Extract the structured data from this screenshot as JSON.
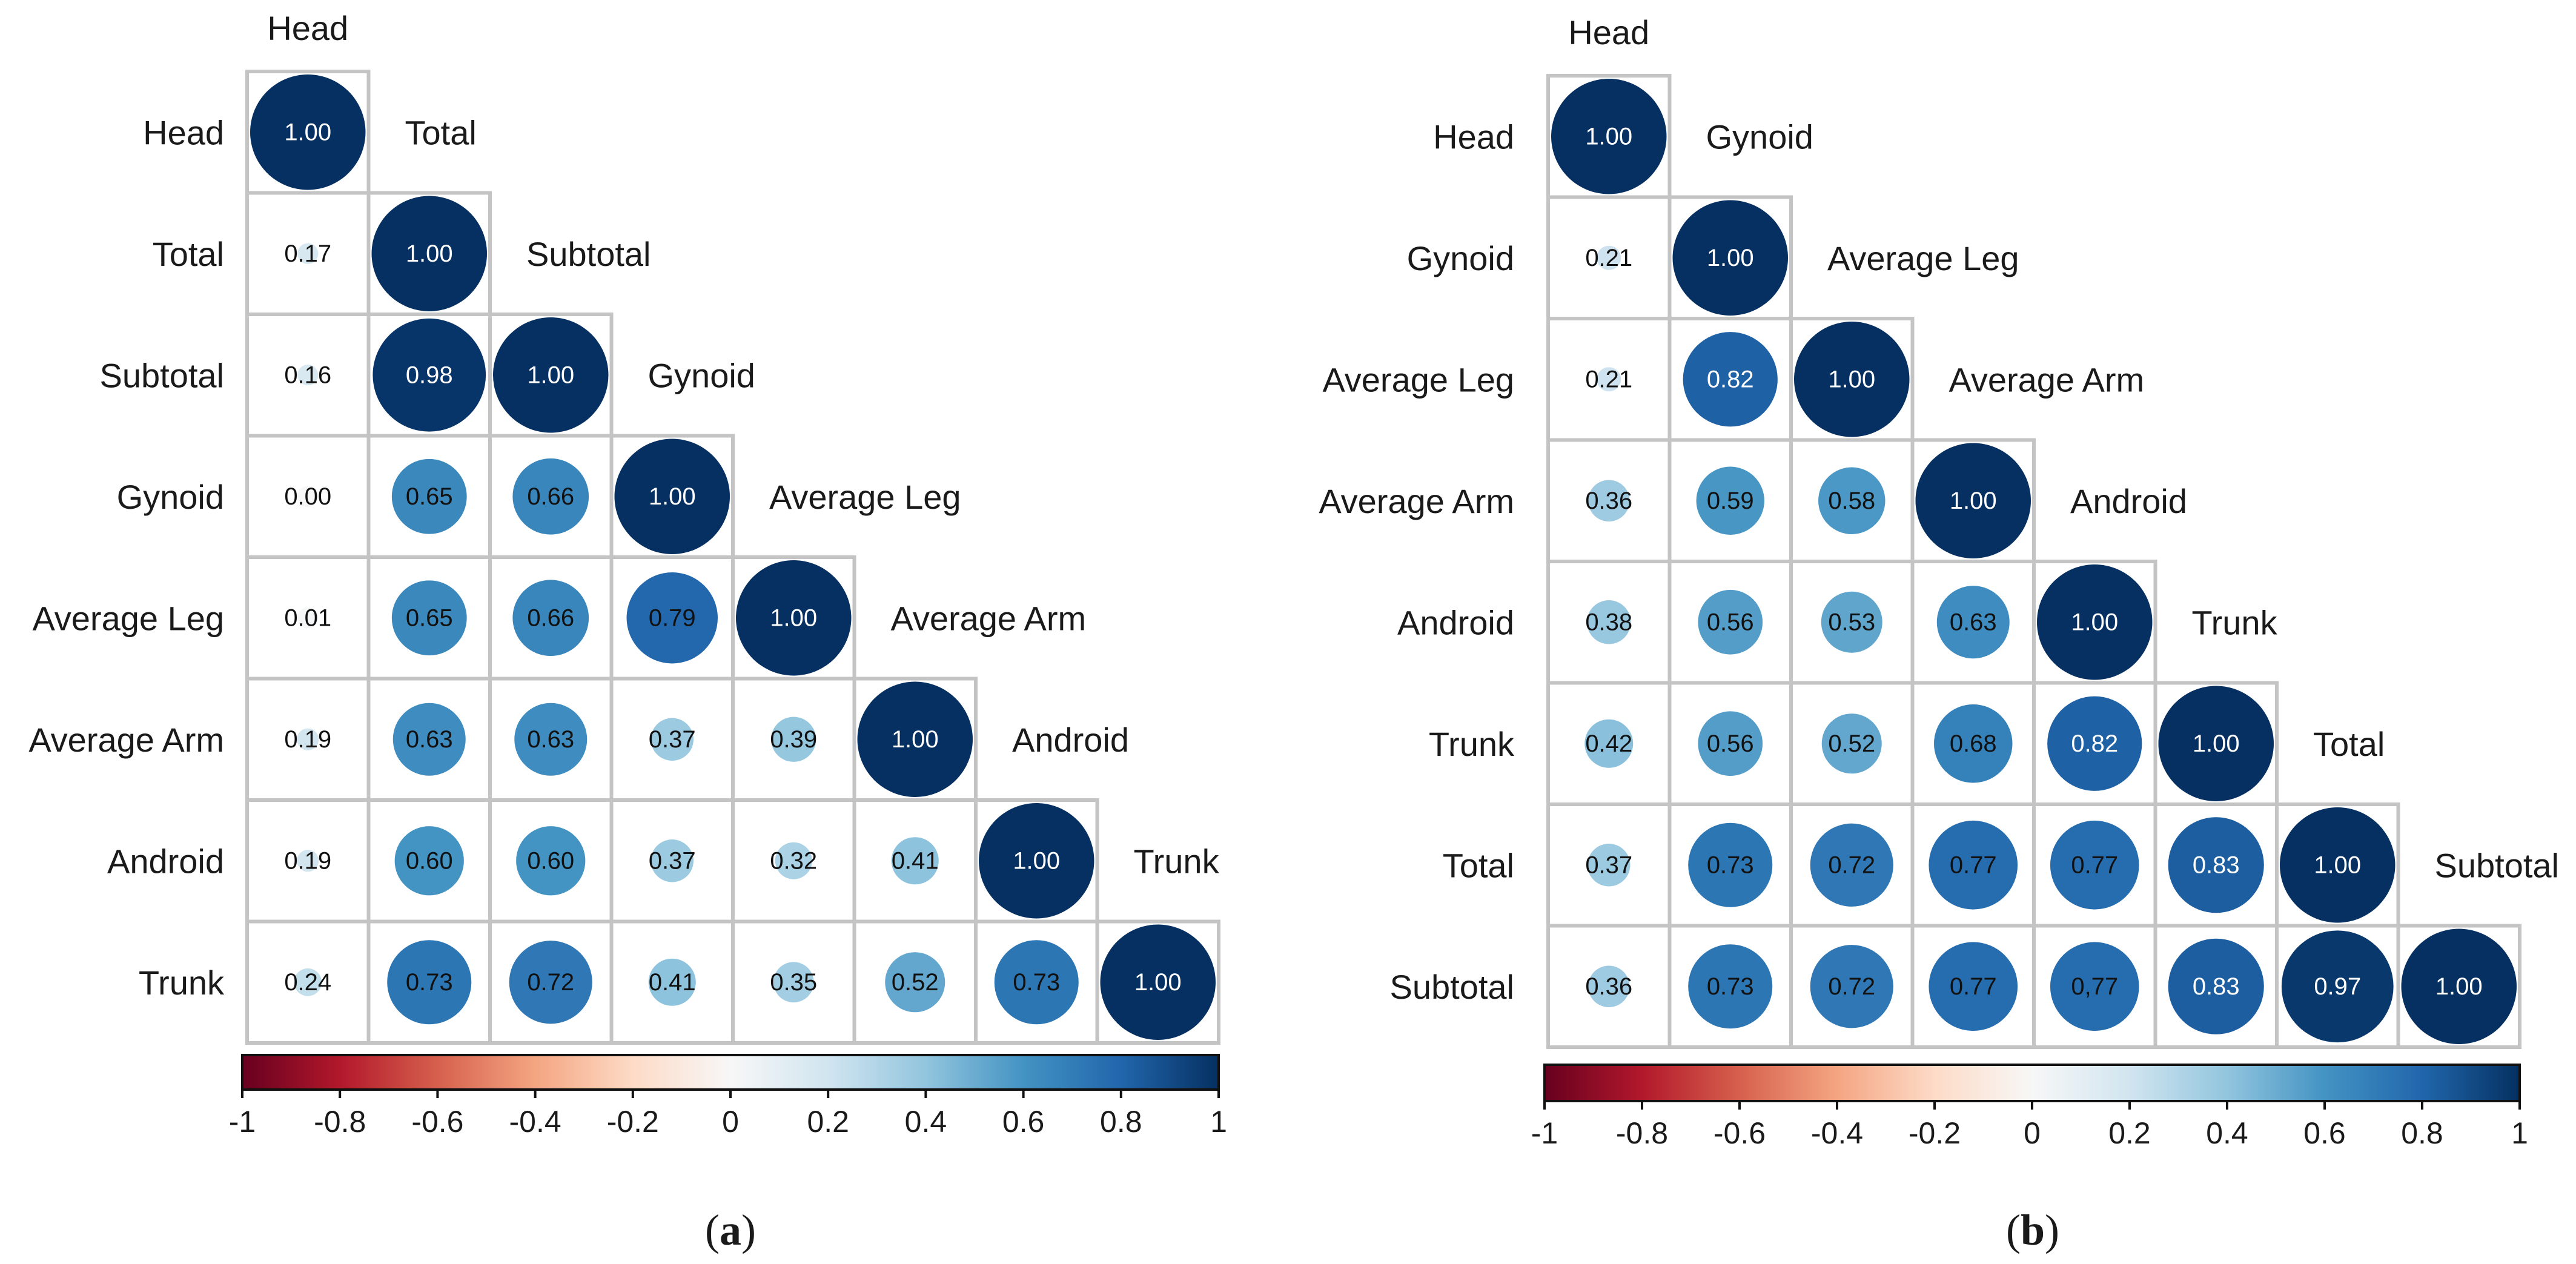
{
  "colors": {
    "negative_max": "#67001f",
    "negative_mid": "#d6604d",
    "neutral": "#f7f7f7",
    "positive_mid": "#4393c3",
    "positive_max": "#053061",
    "cell_border": "#c4c4c4"
  },
  "chart_data": [
    {
      "type": "heatmap",
      "subtype": "correlation-circle-lower-triangle",
      "panel": "a",
      "caption_letter": "a",
      "variables": [
        "Head",
        "Total",
        "Subtotal",
        "Gynoid",
        "Average Leg",
        "Average Arm",
        "Android",
        "Trunk"
      ],
      "matrix": [
        [
          1.0
        ],
        [
          0.17,
          1.0
        ],
        [
          0.16,
          0.98,
          1.0
        ],
        [
          0.0,
          0.65,
          0.66,
          1.0
        ],
        [
          0.01,
          0.65,
          0.66,
          0.79,
          1.0
        ],
        [
          0.19,
          0.63,
          0.63,
          0.37,
          0.39,
          1.0
        ],
        [
          0.19,
          0.6,
          0.6,
          0.37,
          0.32,
          0.41,
          1.0
        ],
        [
          0.24,
          0.73,
          0.72,
          0.41,
          0.35,
          0.52,
          0.73,
          1.0
        ]
      ],
      "cell_labels": [
        [
          "1.00"
        ],
        [
          "0.17",
          "1.00"
        ],
        [
          "0.16",
          "0.98",
          "1.00"
        ],
        [
          "0.00",
          "0.65",
          "0.66",
          "1.00"
        ],
        [
          "0.01",
          "0.65",
          "0.66",
          "0.79",
          "1.00"
        ],
        [
          "0.19",
          "0.63",
          "0.63",
          "0.37",
          "0.39",
          "1.00"
        ],
        [
          "0.19",
          "0.60",
          "0.60",
          "0.37",
          "0.32",
          "0.41",
          "1.00"
        ],
        [
          "0.24",
          "0.73",
          "0.72",
          "0.41",
          "0.35",
          "0.52",
          "0.73",
          "1.00"
        ]
      ],
      "colorbar": {
        "range": [
          -1,
          1
        ],
        "ticks": [
          "-1",
          "-0.8",
          "-0.6",
          "-0.4",
          "-0.2",
          "0",
          "0.2",
          "0.4",
          "0.6",
          "0.8",
          "1"
        ]
      }
    },
    {
      "type": "heatmap",
      "subtype": "correlation-circle-lower-triangle",
      "panel": "b",
      "caption_letter": "b",
      "variables": [
        "Head",
        "Gynoid",
        "Average Leg",
        "Average Arm",
        "Android",
        "Trunk",
        "Total",
        "Subtotal"
      ],
      "matrix": [
        [
          1.0
        ],
        [
          0.21,
          1.0
        ],
        [
          0.21,
          0.82,
          1.0
        ],
        [
          0.36,
          0.59,
          0.58,
          1.0
        ],
        [
          0.38,
          0.56,
          0.53,
          0.63,
          1.0
        ],
        [
          0.42,
          0.56,
          0.52,
          0.68,
          0.82,
          1.0
        ],
        [
          0.37,
          0.73,
          0.72,
          0.77,
          0.77,
          0.83,
          1.0
        ],
        [
          0.36,
          0.73,
          0.72,
          0.77,
          0.77,
          0.83,
          0.97,
          1.0
        ]
      ],
      "cell_labels": [
        [
          "1.00"
        ],
        [
          "0.21",
          "1.00"
        ],
        [
          "0.21",
          "0.82",
          "1.00"
        ],
        [
          "0.36",
          "0.59",
          "0.58",
          "1.00"
        ],
        [
          "0.38",
          "0.56",
          "0.53",
          "0.63",
          "1.00"
        ],
        [
          "0.42",
          "0.56",
          "0.52",
          "0.68",
          "0.82",
          "1.00"
        ],
        [
          "0.37",
          "0.73",
          "0.72",
          "0.77",
          "0.77",
          "0.83",
          "1.00"
        ],
        [
          "0.36",
          "0.73",
          "0.72",
          "0.77",
          "0,77",
          "0.83",
          "0.97",
          "1.00"
        ]
      ],
      "colorbar": {
        "range": [
          -1,
          1
        ],
        "ticks": [
          "-1",
          "-0.8",
          "-0.6",
          "-0.4",
          "-0.2",
          "0",
          "0.2",
          "0.4",
          "0.6",
          "0.8",
          "1"
        ]
      }
    }
  ]
}
